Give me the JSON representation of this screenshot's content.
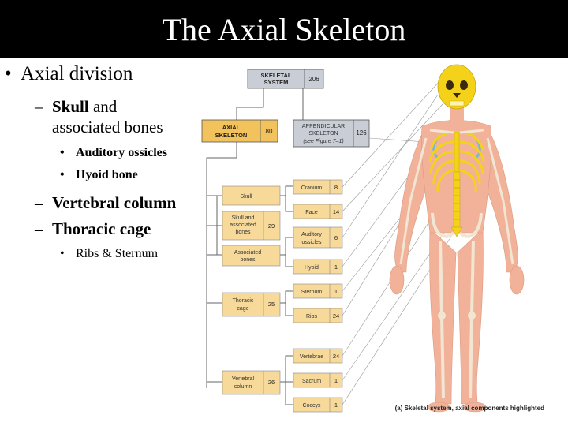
{
  "slide": {
    "title": "The Axial Skeleton",
    "bullet_1": "Axial division",
    "sub_1_bold": "Skull",
    "sub_1_rest_a": " and",
    "sub_1_rest_b": "associated bones",
    "sub_1_items": [
      "Auditory ossicles",
      "Hyoid bone"
    ],
    "sub_2": "Vertebral column",
    "sub_3": "Thoracic cage",
    "sub_3_items": [
      "Ribs & Sternum"
    ],
    "bullet_char": "•",
    "dash_char": "–"
  },
  "diagram": {
    "skeletal_system": {
      "label_1": "SKELETAL",
      "label_2": "SYSTEM",
      "count": "206"
    },
    "axial": {
      "label_1": "AXIAL",
      "label_2": "SKELETON",
      "count": "80"
    },
    "appendicular": {
      "label_1": "APPENDICULAR",
      "label_2": "SKELETON",
      "label_3": "(see Figure 7–1)",
      "count": "126"
    },
    "groups": [
      {
        "label_1": "Skull",
        "label_2": "",
        "label_3": "",
        "count": ""
      },
      {
        "label_1": "Skull and",
        "label_2": "associated",
        "label_3": "bones",
        "count": "29"
      },
      {
        "label_1": "Associated",
        "label_2": "bones",
        "label_3": "",
        "count": ""
      },
      {
        "label_1": "Thoracic",
        "label_2": "cage",
        "label_3": "",
        "count": "25"
      },
      {
        "label_1": "Vertebral",
        "label_2": "column",
        "label_3": "",
        "count": "26"
      }
    ],
    "parts": [
      {
        "label_1": "Cranium",
        "label_2": "",
        "count": "8"
      },
      {
        "label_1": "Face",
        "label_2": "",
        "count": "14"
      },
      {
        "label_1": "Auditory",
        "label_2": "ossicles",
        "count": "6"
      },
      {
        "label_1": "Hyoid",
        "label_2": "",
        "count": "1"
      },
      {
        "label_1": "Sternum",
        "label_2": "",
        "count": "1"
      },
      {
        "label_1": "Ribs",
        "label_2": "",
        "count": "24"
      },
      {
        "label_1": "Vertebrae",
        "label_2": "",
        "count": "24"
      },
      {
        "label_1": "Sacrum",
        "label_2": "",
        "count": "1"
      },
      {
        "label_1": "Coccyx",
        "label_2": "",
        "count": "1"
      }
    ],
    "caption": "(a) Skeletal system, axial components highlighted",
    "colors": {
      "box_fill": "#f7d99a",
      "axial_fill": "#f2c25c",
      "gray_box": "#c9ced6",
      "skin": "#f2b29a",
      "bone_axial": "#f4d21a",
      "rib_blue": "#7fb4d9"
    }
  }
}
